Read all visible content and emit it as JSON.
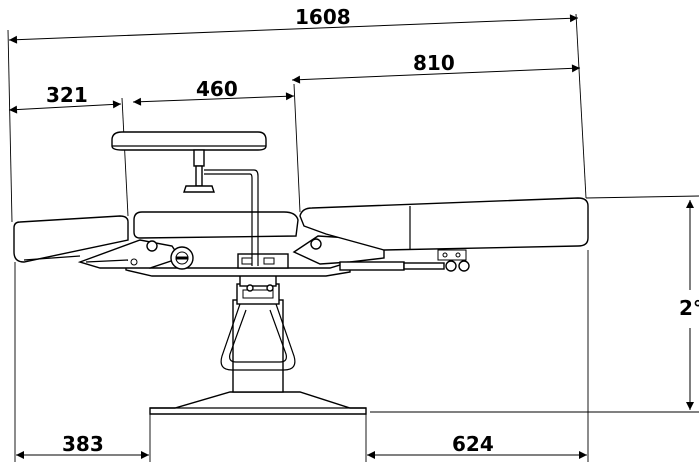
{
  "drawing": {
    "dimensions": {
      "overall_length": "1608",
      "head_section": "321",
      "armrest": "460",
      "leg_section": "810",
      "left_overhang": "383",
      "right_overhang": "624",
      "height_angle": "2°"
    }
  }
}
